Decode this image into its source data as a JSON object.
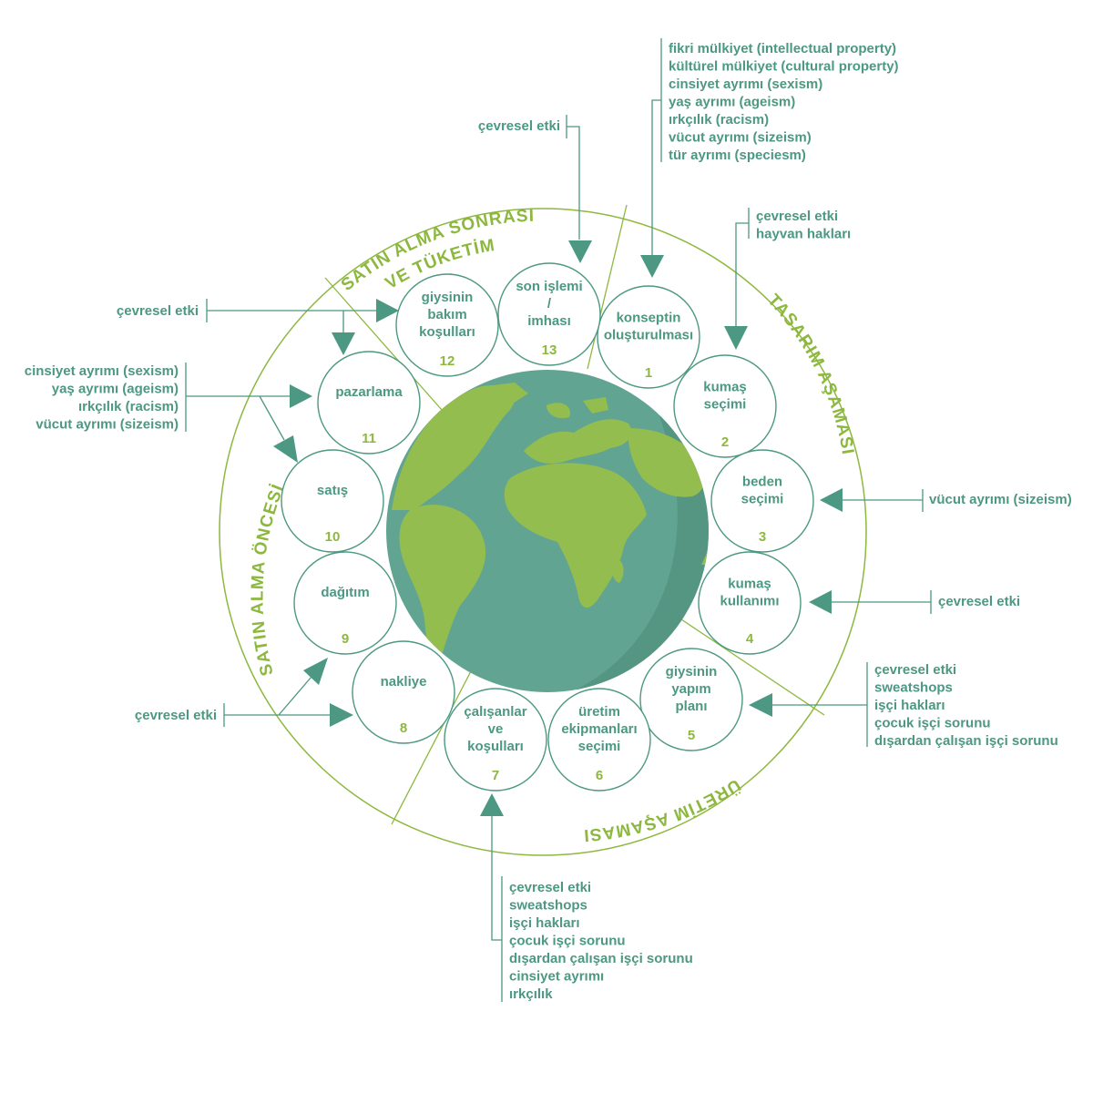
{
  "colors": {
    "teal": "#4c9882",
    "green": "#8db83f",
    "ocean": "#61a491",
    "land": "#93bd4f"
  },
  "phases": {
    "post_purchase_line1": "SATIN ALMA SONRASI",
    "post_purchase_line2": "VE TÜKETİM",
    "design": "TASARIM AŞAMASI",
    "production": "ÜRETİM AŞAMASI",
    "pre_purchase": "SATIN ALMA ÖNCESİ"
  },
  "nodes": [
    {
      "lines": [
        "konseptin",
        "oluşturulması"
      ],
      "number": "1"
    },
    {
      "lines": [
        "kumaş",
        "seçimi"
      ],
      "number": "2"
    },
    {
      "lines": [
        "beden",
        "seçimi"
      ],
      "number": "3"
    },
    {
      "lines": [
        "kumaş",
        "kullanımı"
      ],
      "number": "4"
    },
    {
      "lines": [
        "giysinin",
        "yapım",
        "planı"
      ],
      "number": "5"
    },
    {
      "lines": [
        "üretim",
        "ekipmanları",
        "seçimi"
      ],
      "number": "6"
    },
    {
      "lines": [
        "çalışanlar",
        "ve",
        "koşulları"
      ],
      "number": "7"
    },
    {
      "lines": [
        "nakliye"
      ],
      "number": "8"
    },
    {
      "lines": [
        "dağıtım"
      ],
      "number": "9"
    },
    {
      "lines": [
        "satış"
      ],
      "number": "10"
    },
    {
      "lines": [
        "pazarlama"
      ],
      "number": "11"
    },
    {
      "lines": [
        "giysinin",
        "bakım",
        "koşulları"
      ],
      "number": "12"
    },
    {
      "lines": [
        "son işlemi",
        "/",
        "imhası"
      ],
      "number": "13"
    }
  ],
  "issues": {
    "top_left": [
      "çevresel etki"
    ],
    "top_right": [
      "fikri mülkiyet (intellectual property)",
      "kültürel mülkiyet (cultural property)",
      "cinsiyet ayrımı (sexism)",
      "yaş ayrımı (ageism)",
      "ırkçılık (racism)",
      "vücut ayrımı (sizeism)",
      "tür ayrımı (speciesm)"
    ],
    "right_upper": [
      "çevresel etki",
      "hayvan hakları"
    ],
    "right_sizeism": [
      "vücut ayrımı (sizeism)"
    ],
    "right_env": [
      "çevresel etki"
    ],
    "right_lower": [
      "çevresel etki",
      "sweatshops",
      "işçi hakları",
      "çocuk işçi sorunu",
      "dışardan çalışan işçi sorunu"
    ],
    "bottom": [
      "çevresel etki",
      "sweatshops",
      "işçi hakları",
      "çocuk işçi sorunu",
      "dışardan çalışan işçi sorunu",
      "cinsiyet ayrımı",
      "ırkçılık"
    ],
    "left_env_top": [
      "çevresel etki"
    ],
    "left_discrimination": [
      "cinsiyet ayrımı (sexism)",
      "yaş ayrımı (ageism)",
      "ırkçılık (racism)",
      "vücut ayrımı (sizeism)"
    ],
    "left_env_bottom": [
      "çevresel etki"
    ]
  }
}
